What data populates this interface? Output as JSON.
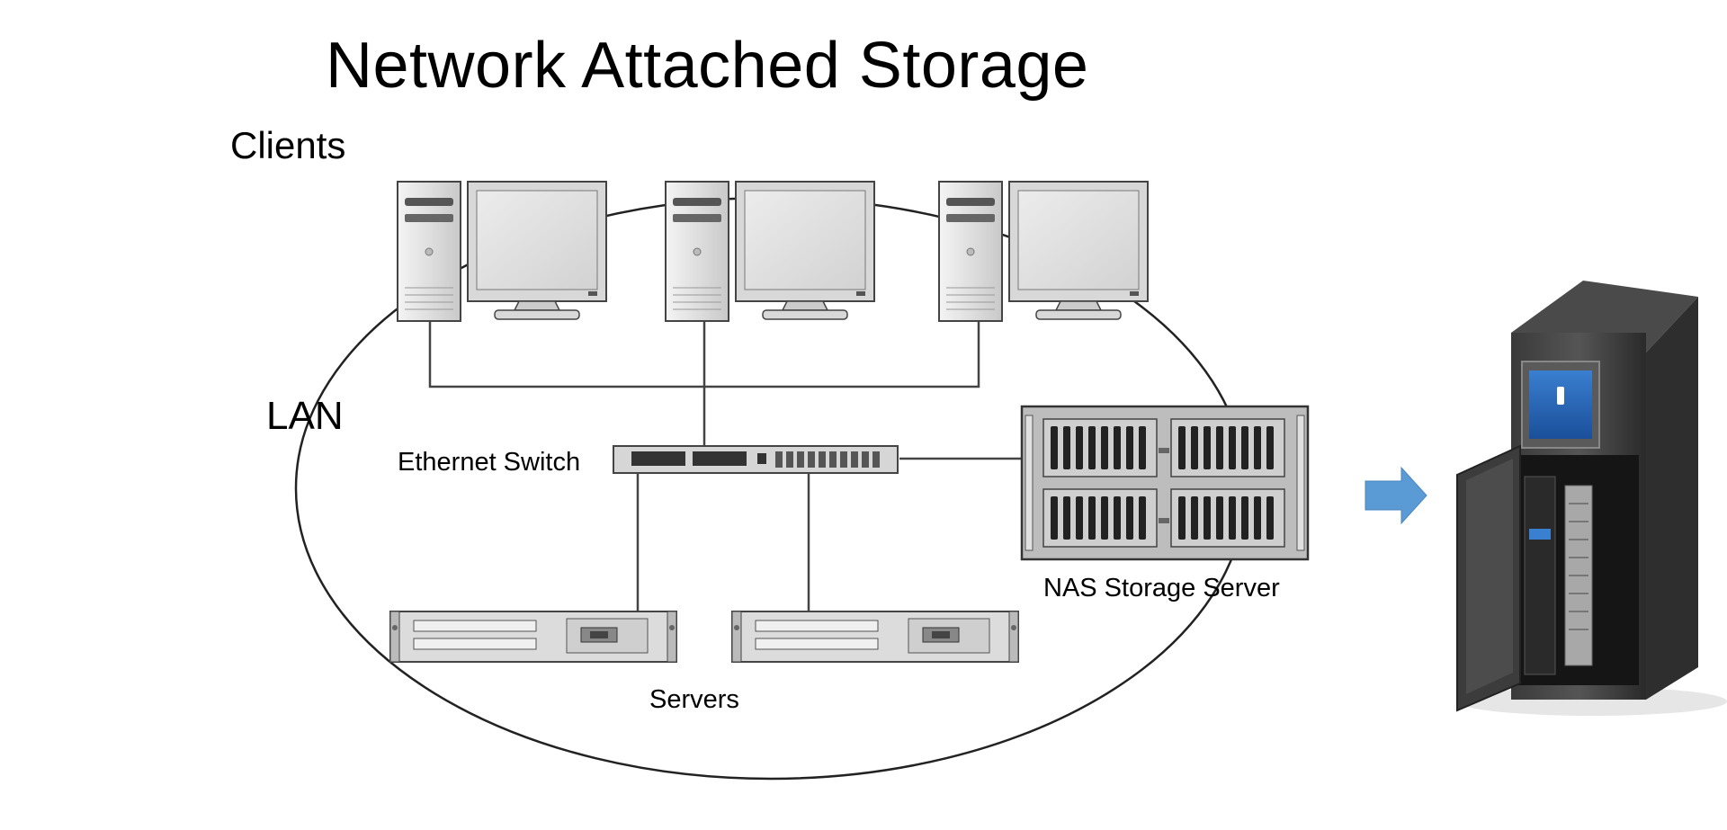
{
  "diagram": {
    "title": "Network Attached Storage",
    "labels": {
      "clients": "Clients",
      "lan": "LAN",
      "switch": "Ethernet Switch",
      "nas": "NAS Storage Server",
      "servers": "Servers"
    },
    "nodes": [
      {
        "id": "client-1",
        "type": "desktop-computer"
      },
      {
        "id": "client-2",
        "type": "desktop-computer"
      },
      {
        "id": "client-3",
        "type": "desktop-computer"
      },
      {
        "id": "switch",
        "type": "ethernet-switch"
      },
      {
        "id": "nas",
        "type": "nas-storage-server"
      },
      {
        "id": "server-1",
        "type": "rack-server"
      },
      {
        "id": "server-2",
        "type": "rack-server"
      },
      {
        "id": "nas-device",
        "type": "nas-appliance-photo"
      }
    ],
    "edges": [
      {
        "from": "client-1",
        "to": "switch"
      },
      {
        "from": "client-2",
        "to": "switch"
      },
      {
        "from": "client-3",
        "to": "switch"
      },
      {
        "from": "switch",
        "to": "nas"
      },
      {
        "from": "switch",
        "to": "server-1"
      },
      {
        "from": "switch",
        "to": "server-2"
      }
    ],
    "arrow_color": "#5b9bd5",
    "icons": [
      "desktop-computer-icon",
      "ethernet-switch-icon",
      "nas-rack-icon",
      "rack-server-icon",
      "nas-device-icon",
      "arrow-right-icon"
    ]
  }
}
